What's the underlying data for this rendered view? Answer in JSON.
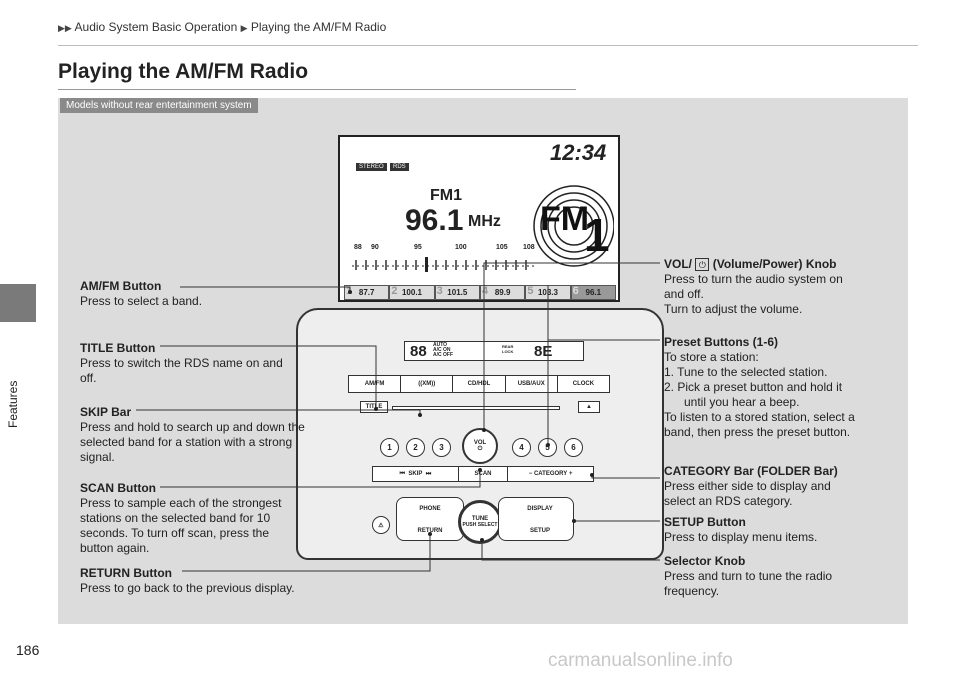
{
  "breadcrumb": {
    "part1": "Audio System Basic Operation",
    "part2": "Playing the AM/FM Radio"
  },
  "page_title": "Playing the AM/FM Radio",
  "side_tab": "Features",
  "page_number": "186",
  "section_tag": "Models without rear entertainment system",
  "callouts": {
    "am_fm": {
      "title": "AM/FM Button",
      "body": "Press to select a band."
    },
    "title_btn": {
      "title": "TITLE Button",
      "body1": "Press to switch the RDS name on and",
      "body2": "off."
    },
    "skip": {
      "title": "SKIP Bar",
      "body1": "Press and hold to search up and down the",
      "body2": "selected band for a station with a strong",
      "body3": "signal."
    },
    "scan": {
      "title": "SCAN Button",
      "body1": "Press to sample each of the strongest",
      "body2": "stations on the selected band for 10",
      "body3": "seconds. To turn off scan, press the",
      "body4": "button again."
    },
    "return_btn": {
      "title": "RETURN Button",
      "body": "Press to go back to the previous display."
    },
    "vol": {
      "title_a": "VOL/",
      "title_b": "(Volume/Power) Knob",
      "body1": "Press to turn the audio system on",
      "body2": "and off.",
      "body3": "Turn to adjust the volume."
    },
    "preset": {
      "title": "Preset Buttons (1-6)",
      "body1": "To store a station:",
      "step1": "1.  Tune to the selected station.",
      "step2a": "2.  Pick a preset button and hold it",
      "step2b": "until you hear a beep.",
      "body2": "To listen to a stored station, select a",
      "body3": "band, then press the preset button."
    },
    "category": {
      "title": "CATEGORY Bar (FOLDER Bar)",
      "body1": "Press either side to display and",
      "body2": "select an RDS category."
    },
    "setup": {
      "title": "SETUP Button",
      "body": "Press to display menu items."
    },
    "selector": {
      "title": "Selector Knob",
      "body1": "Press and turn to tune the radio",
      "body2": "frequency."
    }
  },
  "display": {
    "stereo": "STEREO",
    "rds": "RDS",
    "clock": "12:34",
    "band": "FM1",
    "frequency": "96.1",
    "unit": "MHz",
    "scale": [
      "88",
      "90",
      "95",
      "100",
      "105",
      "108"
    ],
    "presets": [
      "87.7",
      "100.1",
      "101.5",
      "89.9",
      "103.3",
      "96.1"
    ],
    "big_band": "FM",
    "big_num": "1"
  },
  "panel": {
    "buttons": [
      "AM/FM",
      "((XM))",
      "CD/HDL",
      "USB/AUX",
      "CLOCK"
    ],
    "title": "TITLE",
    "skip": "SKIP",
    "scan": "SCAN",
    "category": "CATEGORY",
    "vol": "VOL",
    "phone": "PHONE",
    "return": "RETURN",
    "tune": "TUNE",
    "push_select": "PUSH SELECT",
    "display": "DISPLAY",
    "setup": "SETUP",
    "numbers": [
      "1",
      "2",
      "3",
      "4",
      "5",
      "6"
    ],
    "ac": [
      "AUTO",
      "A/C ON",
      "A/C OFF"
    ],
    "rear": "REAR",
    "lock": "LOCK"
  },
  "watermark": "carmanualsonline.info"
}
